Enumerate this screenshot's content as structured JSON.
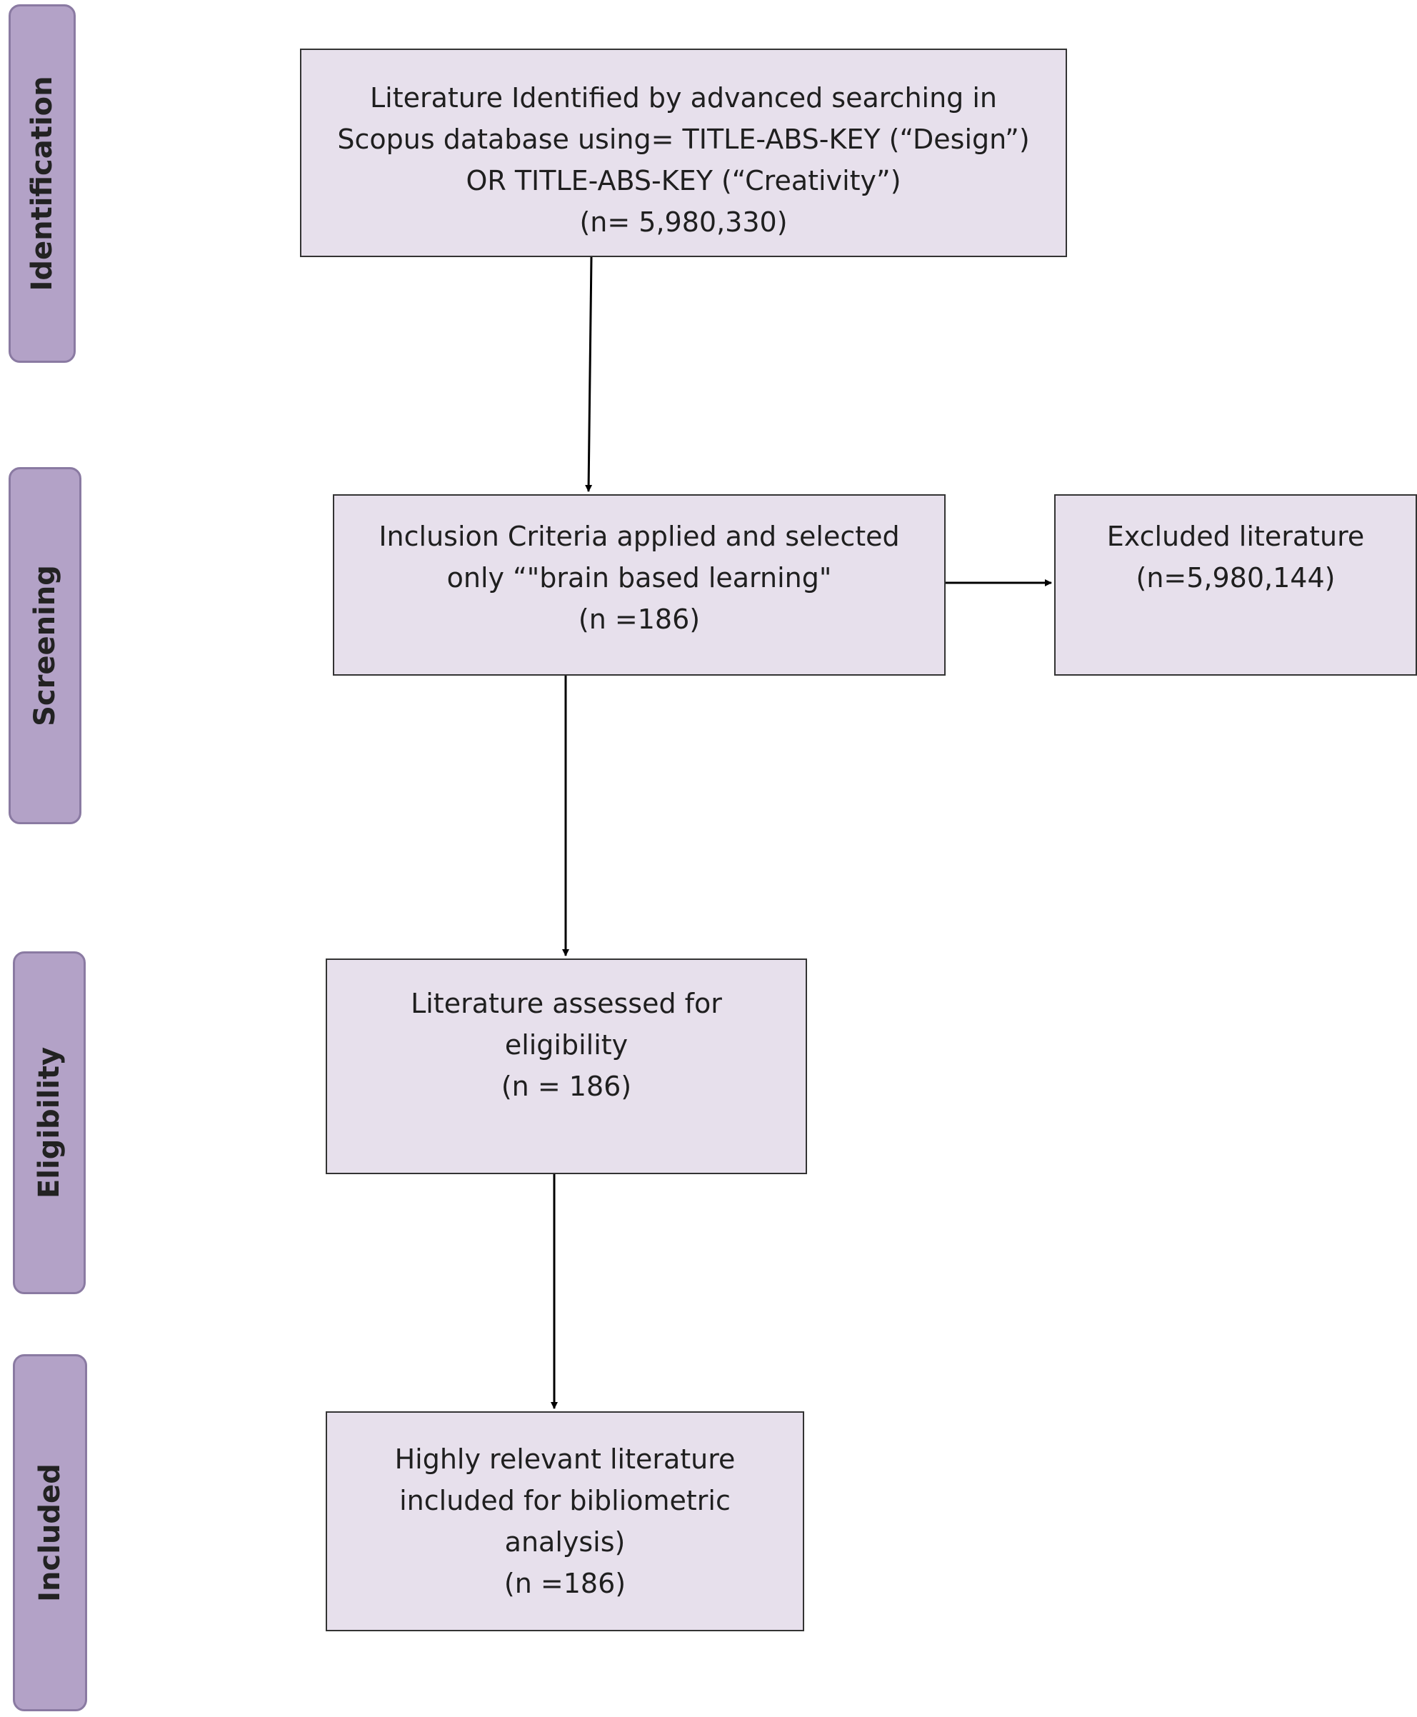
{
  "phases": {
    "identification": "Identification",
    "screening": "Screening",
    "eligibility": "Eligibility",
    "included": "Included"
  },
  "boxes": {
    "identified": {
      "lines": [
        "Literature Identified by advanced searching in",
        "Scopus database using= TITLE-ABS-KEY (“Design”)",
        "OR TITLE-ABS-KEY (“Creativity”)",
        "(n= 5,980,330)"
      ]
    },
    "screened": {
      "lines": [
        "Inclusion Criteria applied and selected",
        "only “\"brain based learning\"",
        "(n =186)"
      ]
    },
    "excluded": {
      "lines": [
        "Excluded literature",
        "(n=5,980,144)"
      ]
    },
    "eligible": {
      "lines": [
        "Literature assessed for",
        "eligibility",
        "(n = 186)"
      ]
    },
    "included": {
      "lines": [
        "Highly relevant literature",
        "included for bibliometric",
        "analysis)",
        "(n =186)"
      ]
    }
  },
  "colors": {
    "phase_fill": "#b3a2c7",
    "box_fill": "#e7e0ec",
    "line": "#000000"
  }
}
